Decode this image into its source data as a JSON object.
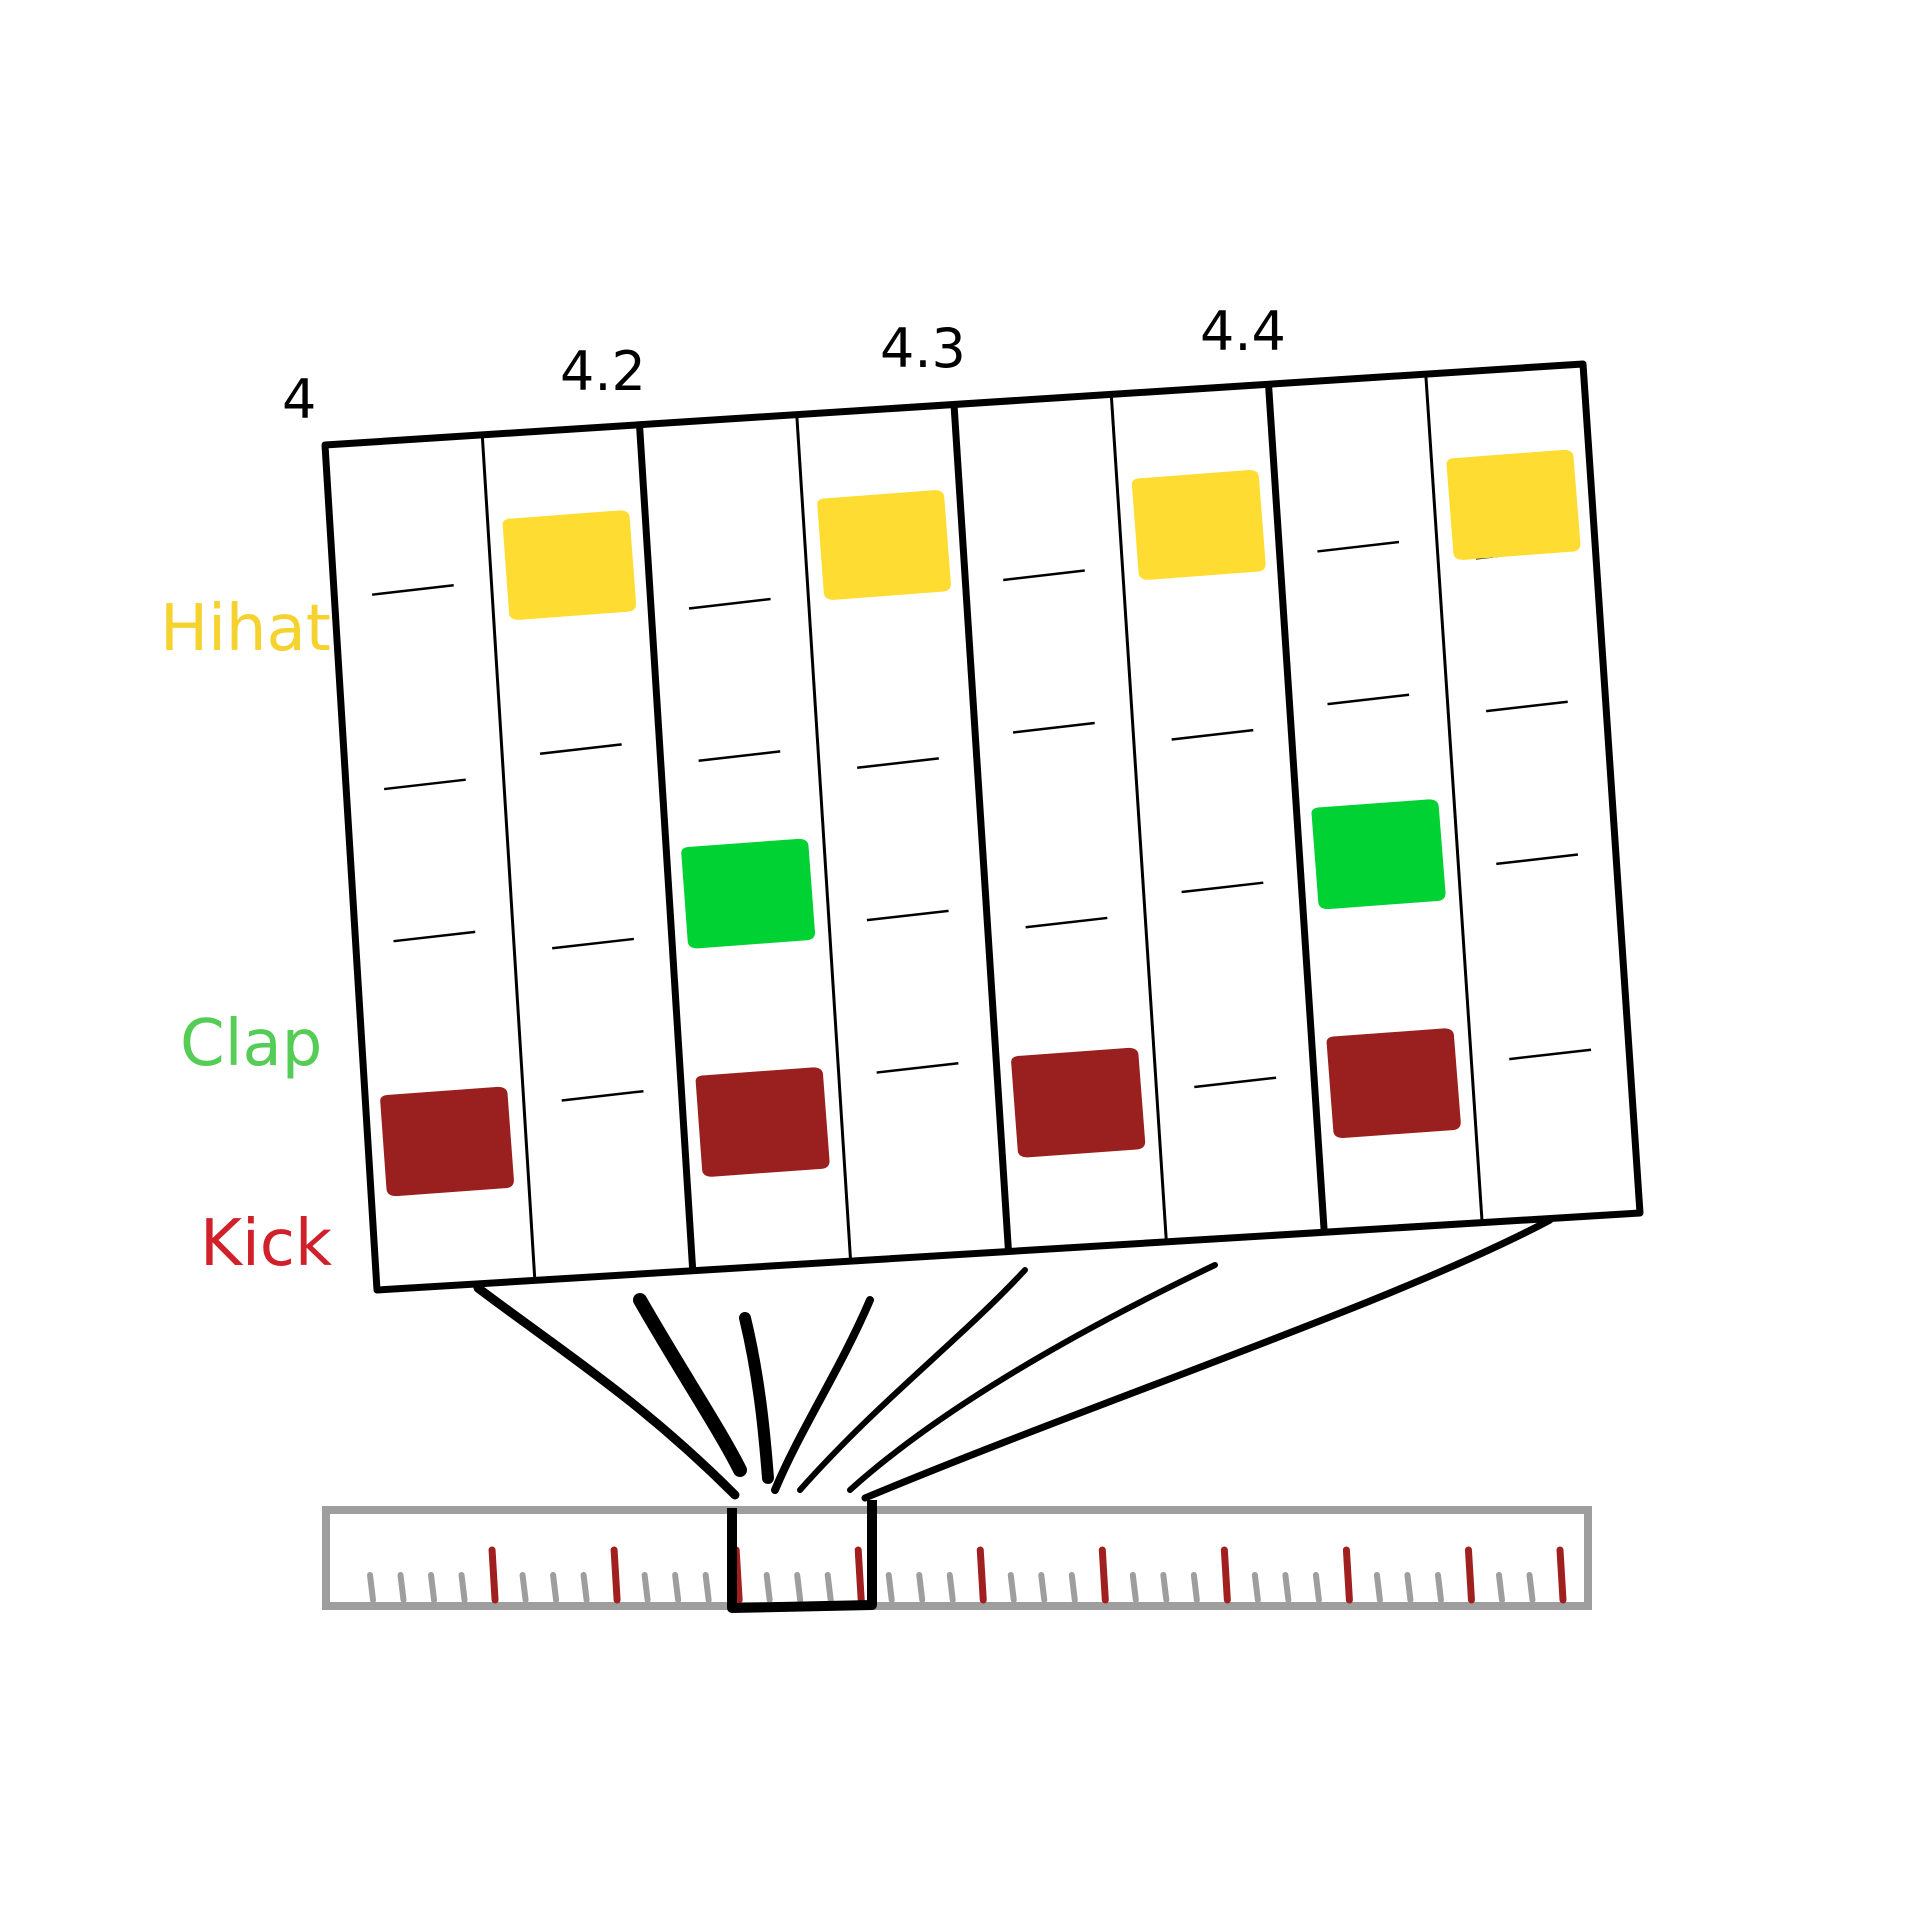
{
  "beat_labels": [
    "4",
    "4.2",
    "4.3",
    "4.4"
  ],
  "tracks": [
    {
      "name": "Hihat",
      "color": "#FFDC32"
    },
    {
      "name": "Clap",
      "color": "#00D234"
    },
    {
      "name": "Kick",
      "color": "#9A201F"
    }
  ],
  "label_colors": {
    "Hihat": "#F5D22E",
    "Clap": "#55CC55",
    "Kick": "#D0202A"
  },
  "step_count": 8,
  "pattern": {
    "Hihat": [
      0,
      1,
      0,
      1,
      0,
      1,
      0,
      1
    ],
    "Clap": [
      0,
      0,
      1,
      0,
      0,
      0,
      1,
      0
    ],
    "Kick": [
      1,
      0,
      1,
      0,
      1,
      0,
      1,
      0
    ]
  },
  "overview": {
    "tick_count": 40,
    "accent_ticks": [
      4,
      8,
      12,
      16,
      20,
      24,
      28,
      32,
      36,
      39
    ],
    "tick_color": "#9E9E9E",
    "accent_color": "#A02020",
    "selection": "4"
  }
}
